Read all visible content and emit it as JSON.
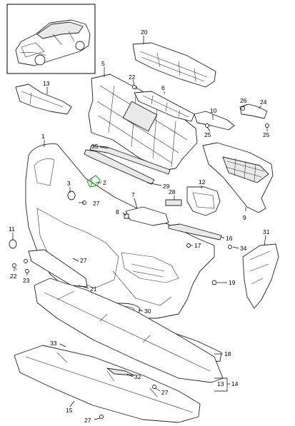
{
  "callouts": {
    "c1": "1",
    "c2": "2",
    "c3": "3",
    "c5": "5",
    "c6": "6",
    "c7": "7",
    "c8": "8",
    "c9": "9",
    "c10": "10",
    "c11": "11",
    "c12": "12",
    "c13a": "13",
    "c13b": "13",
    "c14": "14",
    "c15": "15",
    "c16": "16",
    "c17": "17",
    "c18": "18",
    "c19": "19",
    "c20": "20",
    "c21": "21",
    "c22a": "22",
    "c22b": "22",
    "c23": "23",
    "c24": "24",
    "c25a": "25",
    "c25b": "25",
    "c26": "26",
    "c27a": "27",
    "c27b": "27",
    "c27c": "27",
    "c27d": "27",
    "c28": "28",
    "c29": "29",
    "c30": "30",
    "c31": "31",
    "c32": "32",
    "c33": "33",
    "c34": "34",
    "c35": "35"
  },
  "highlight_color": "#2fb52f"
}
